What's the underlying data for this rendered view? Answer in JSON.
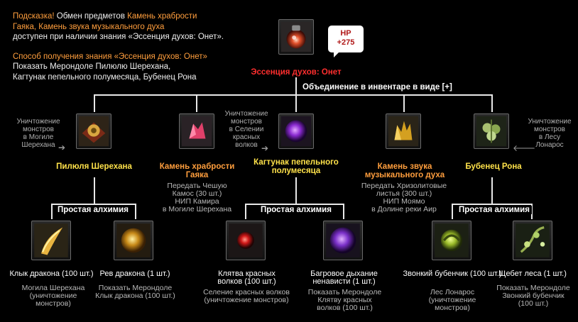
{
  "hint": {
    "prefix": "Подсказка!",
    "exchange_text": " Обмен предметов ",
    "items_line1": "Камень храбрости",
    "items_line2": "Гаяка, Камень звука музыкального духа",
    "available": "доступен при наличии знания «Эссенция духов: Онет».",
    "method_title": "Способ получения знания «Эссенция духов: Онет»",
    "method_line1": "Показать Мерондоле Пилюлю Шерехана,",
    "method_line2": "Кагтунак пепельного полумесяца, Бубенец Рона"
  },
  "top": {
    "name": "Эссенция духов: Онет",
    "hp_label": "HP",
    "hp_value": "+275",
    "combine_label": "Объединение в инвентаре в виде [+]"
  },
  "row2": [
    {
      "name": "Пилюля Шерехана",
      "color": "yellow",
      "side": "Уничтожение\nмонстров\nв Могиле\nШерехана",
      "icon": "pill-icon"
    },
    {
      "name": "Камень храбрости\nГаяка",
      "color": "orange",
      "sub": "Передать Чешую\nКамос (30 шт.)\nНИП Камира\nв Могиле Шерехана",
      "icon": "courage-stone-icon"
    },
    {
      "name": "Кагтунак пепельного\nполумесяца",
      "color": "yellow",
      "side": "Уничтожение\nмонстров\nв Селении\nкрасных\nволков",
      "icon": "kagtunak-icon"
    },
    {
      "name": "Камень звука\nмузыкального духа",
      "color": "orange",
      "sub": "Передать Хризолитовые\nлистья (300 шт.)\nНИП Моямо\nв Долине реки Аир",
      "icon": "sound-stone-icon"
    },
    {
      "name": "Бубенец Рона",
      "color": "yellow",
      "side": "Уничтожение\nмонстров\nв Лесу\nЛонарос",
      "icon": "ron-bell-icon"
    }
  ],
  "alchemy_label": "Простая алхимия",
  "row3": [
    {
      "name": "Клык дракона (100 шт.)",
      "sub": "Могила Шерехана\n(уничтожение\nмонстров)",
      "icon": "dragon-fang-icon"
    },
    {
      "name": "Рев дракона (1 шт.)",
      "sub": "Показать Мерондоле\nКлык дракона (100 шт.)",
      "icon": "dragon-roar-icon"
    },
    {
      "name": "Клятва красных\nволков (100 шт.)",
      "sub": "Селение красных волков\n(уничтожение монстров)",
      "icon": "wolf-oath-icon"
    },
    {
      "name": "Багровое дыхание\nненависти (1 шт.)",
      "sub": "Показать Мерондоле\nКлятву красных\nволков (100 шт.)",
      "icon": "crimson-breath-icon"
    },
    {
      "name": "Звонкий бубенчик (100 шт.)",
      "sub": "Лес Лонарос\n(уничтожение\nмонстров)",
      "icon": "ringing-bell-icon"
    },
    {
      "name": "Щебет леса (1 шт.)",
      "sub": "Показать Мерондоле\nЗвонкий бубенчик\n(100 шт.)",
      "icon": "forest-chirp-icon"
    }
  ]
}
